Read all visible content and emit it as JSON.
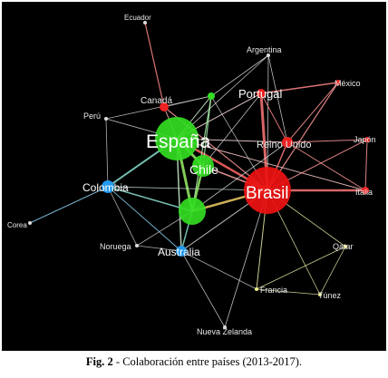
{
  "nodes": [
    {
      "id": "espana",
      "label": "España",
      "color": "#33dd22"
    },
    {
      "id": "brasil",
      "label": "Brasil",
      "color": "#ee1111"
    },
    {
      "id": "chile",
      "label": "Chile",
      "color": "#33dd22"
    },
    {
      "id": "portugal",
      "label": "Portugal",
      "color": "#ee2222"
    },
    {
      "id": "reino_unido",
      "label": "Reino Unido",
      "color": "#ee2222"
    },
    {
      "id": "colombia",
      "label": "Colombia",
      "color": "#2299ee"
    },
    {
      "id": "australia",
      "label": "Australia",
      "color": "#2299ee"
    },
    {
      "id": "canada",
      "label": "Canadá",
      "color": "#ee2222"
    },
    {
      "id": "mexico",
      "label": "México",
      "color": "#ee2222"
    },
    {
      "id": "italia",
      "label": "Italia",
      "color": "#ee2222"
    },
    {
      "id": "japon",
      "label": "Japón",
      "color": "#ee2222"
    },
    {
      "id": "argentina",
      "label": "Argentina",
      "color": "#dddddd"
    },
    {
      "id": "ecuador",
      "label": "Ecuador",
      "color": "#dddddd"
    },
    {
      "id": "peru",
      "label": "Perú",
      "color": "#dddddd"
    },
    {
      "id": "corea",
      "label": "Corea",
      "color": "#dddddd"
    },
    {
      "id": "noruega",
      "label": "Noruega",
      "color": "#dddddd"
    },
    {
      "id": "qatar",
      "label": "Qatar",
      "color": "#eeee88"
    },
    {
      "id": "francia",
      "label": "Francia",
      "color": "#eeee88"
    },
    {
      "id": "tunez",
      "label": "Túnez",
      "color": "#eeee88"
    },
    {
      "id": "nueva_zelanda",
      "label": "Nueva Zelanda",
      "color": "#dddddd"
    },
    {
      "id": "green_hub",
      "label": "",
      "color": "#33dd22"
    },
    {
      "id": "green_small",
      "label": "",
      "color": "#33dd22"
    }
  ],
  "caption": {
    "prefix": "Fig. 2",
    "text": " - Colaboración entre países (2013-2017)."
  }
}
